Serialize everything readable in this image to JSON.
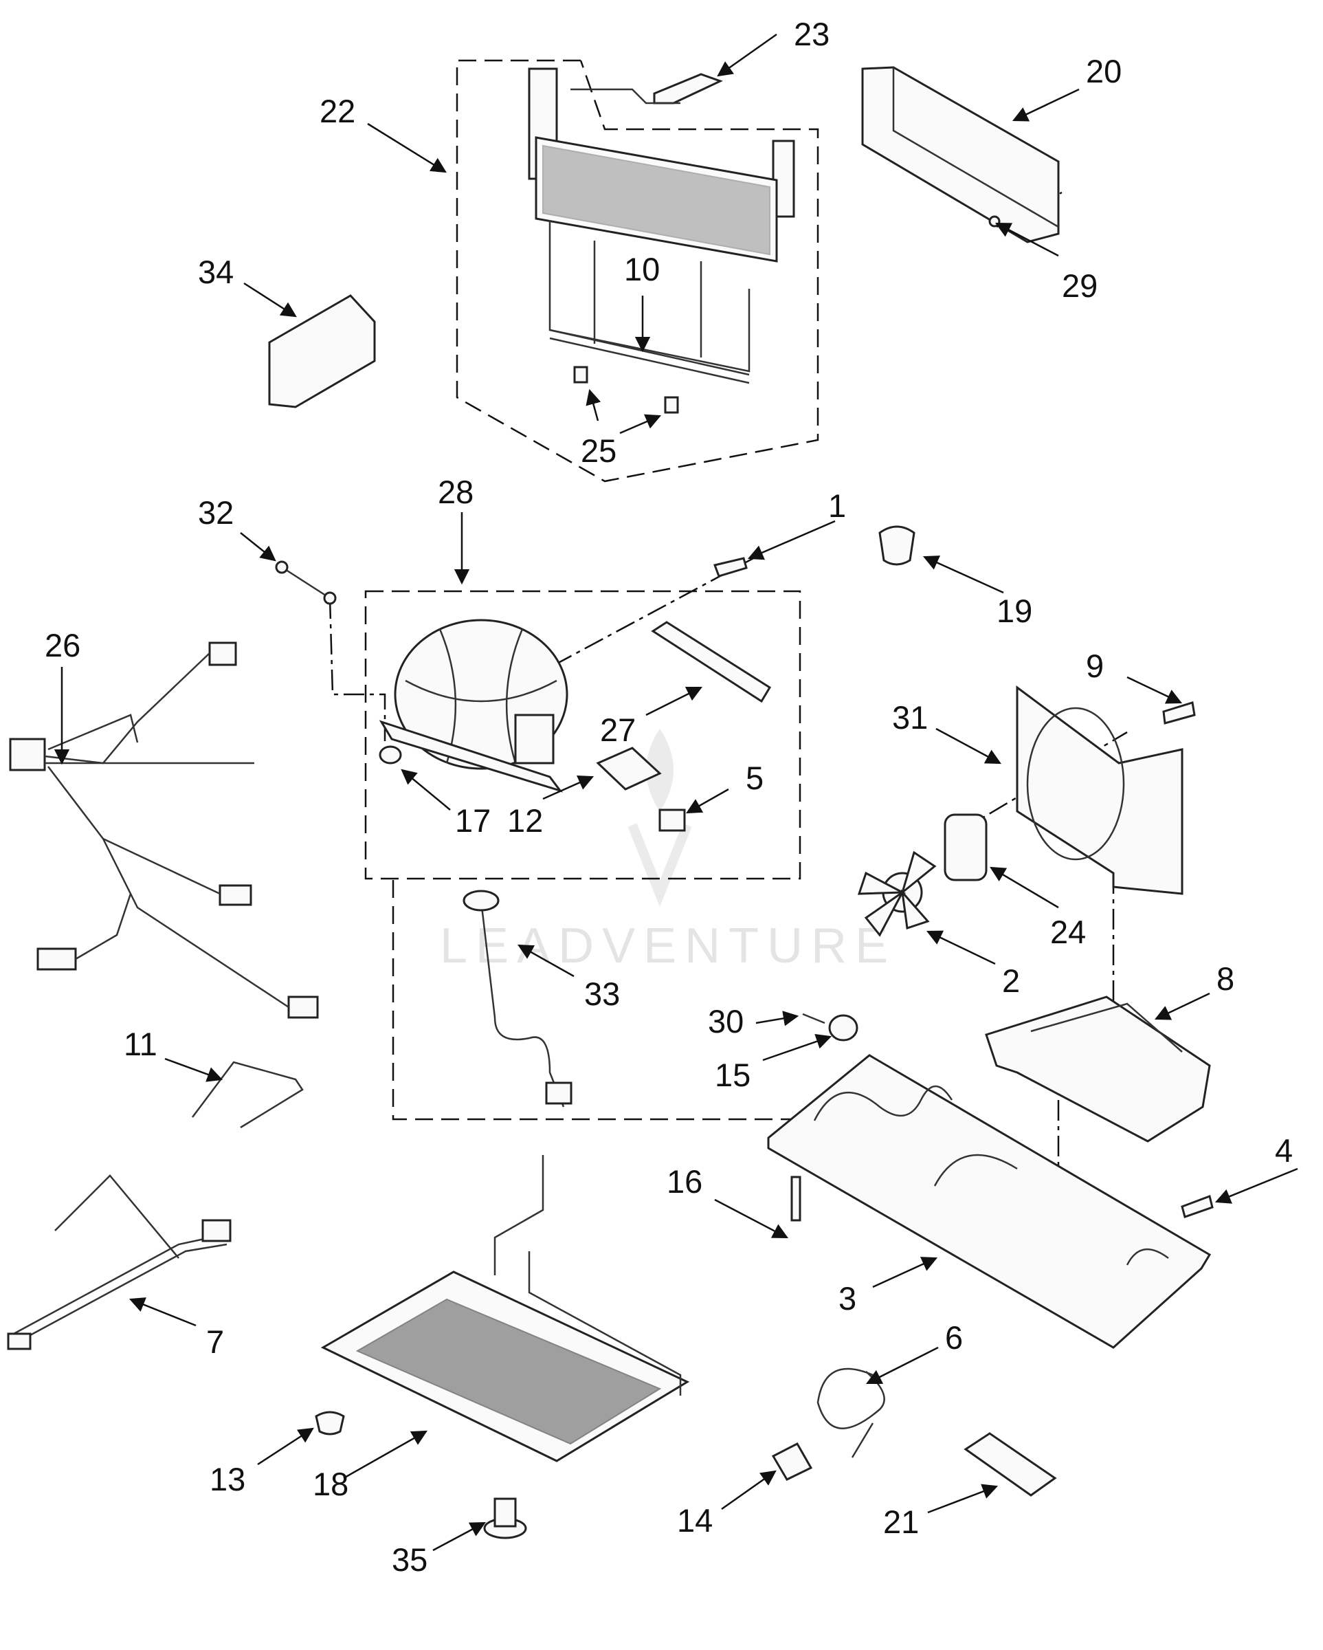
{
  "callouts": [
    "1",
    "2",
    "3",
    "4",
    "5",
    "6",
    "7",
    "8",
    "9",
    "10",
    "11",
    "12",
    "13",
    "14",
    "15",
    "16",
    "17",
    "18",
    "19",
    "20",
    "21",
    "22",
    "23",
    "24",
    "25",
    "26",
    "27",
    "28",
    "29",
    "30",
    "31",
    "32",
    "33",
    "34",
    "35"
  ],
  "watermark": "LEADVENTURE"
}
